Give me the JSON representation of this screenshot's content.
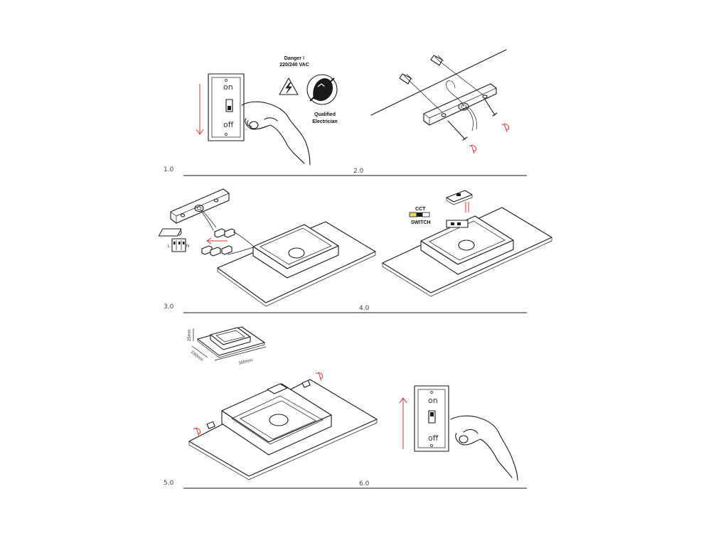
{
  "steps": {
    "s1": "1.0",
    "s2": "2.0",
    "s3": "3.0",
    "s4": "4.0",
    "s5": "5.0",
    "s6": "6.0"
  },
  "switch_plate": {
    "on": "on",
    "off": "off"
  },
  "warning": {
    "title_line1": "Danger !",
    "title_line2": "220/240 VAC",
    "badge_line1": "Qualified",
    "badge_line2": "Electrician"
  },
  "cct_switch": {
    "top": "CCT",
    "bottom": "SWITCH"
  },
  "dimensions": {
    "height": "25mm",
    "depth": "230mm",
    "width": "300mm"
  },
  "colors": {
    "line": "#1a1a1a",
    "accent_red": "#e0312b",
    "switch_yellow": "#f2d35a"
  }
}
